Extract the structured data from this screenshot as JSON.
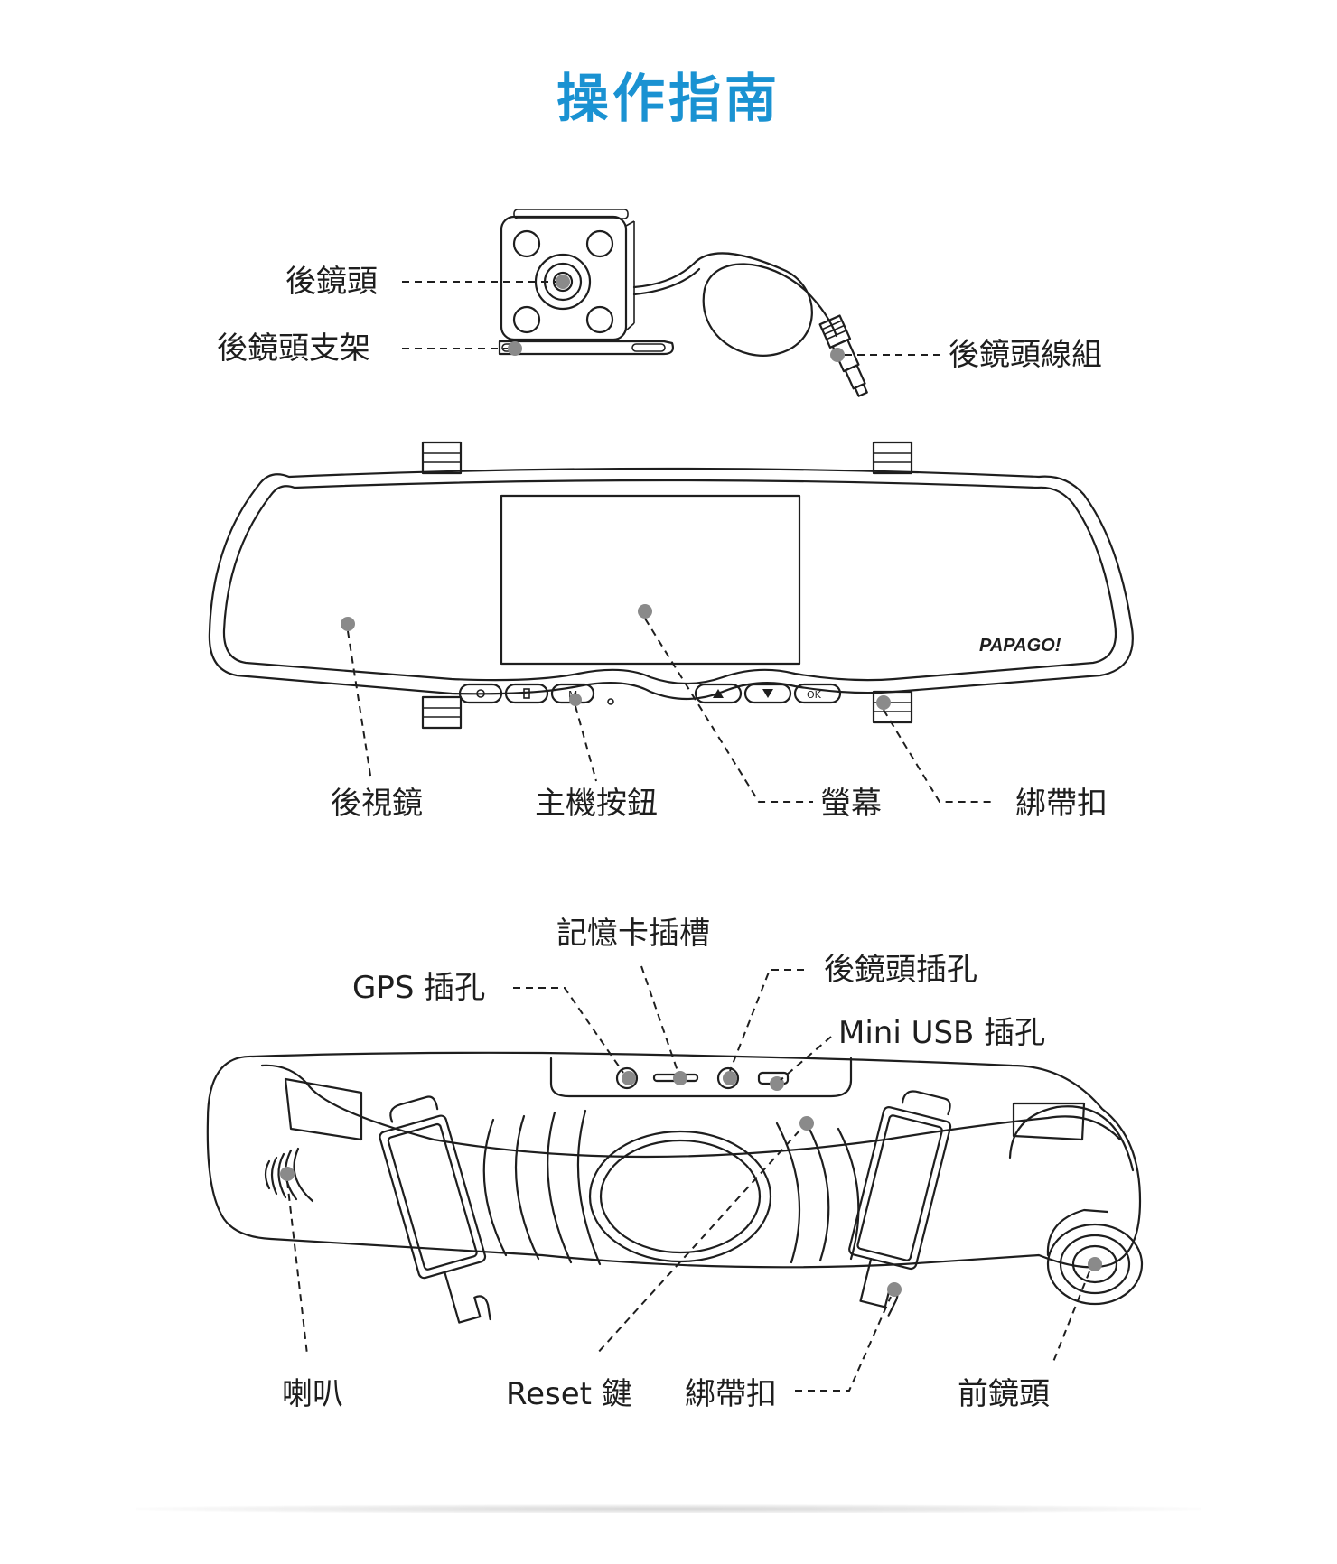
{
  "title": "操作指南",
  "rear_camera": {
    "labels": {
      "lens": "後鏡頭",
      "bracket": "後鏡頭支架",
      "cable": "後鏡頭線組"
    }
  },
  "mirror_front": {
    "brand": "PAPAGO!",
    "button_ok": "OK",
    "button_m": "M",
    "labels": {
      "mirror": "後視鏡",
      "buttons": "主機按鈕",
      "screen": "螢幕",
      "strap": "綁帶扣"
    }
  },
  "mirror_back": {
    "labels": {
      "sd_slot": "記憶卡插槽",
      "gps_port": "GPS 插孔",
      "rear_cam_port": "後鏡頭插孔",
      "mini_usb": "Mini USB 插孔",
      "speaker": "喇叭",
      "reset": "Reset 鍵",
      "strap": "綁帶扣",
      "front_lens": "前鏡頭"
    }
  },
  "colors": {
    "title": "#1a92d2",
    "line": "#1e1e1e",
    "callout_dot": "#8a8a8a"
  }
}
